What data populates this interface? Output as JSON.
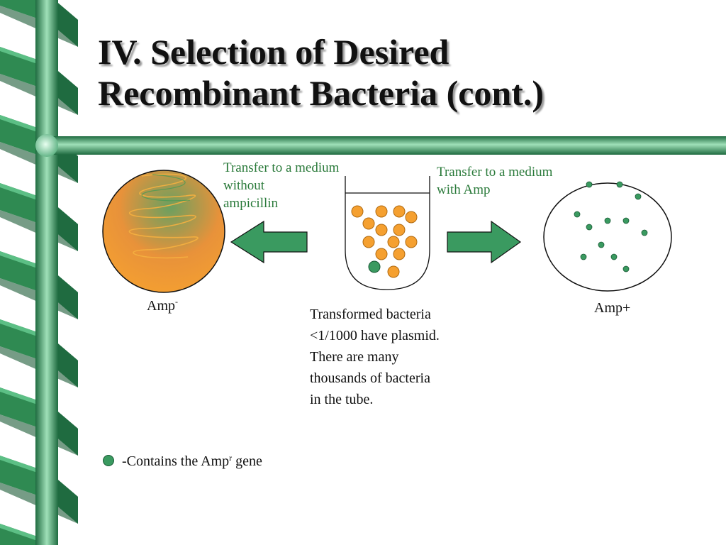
{
  "slide": {
    "title_line1": "IV. Selection of Desired",
    "title_line2": "Recombinant Bacteria (cont.)"
  },
  "labels": {
    "left_transfer": [
      "Transfer to a medium",
      "without",
      "ampicillin"
    ],
    "right_transfer": [
      "Transfer to a medium",
      "with Amp"
    ],
    "left_plate": "Amp",
    "left_plate_sup": "-",
    "right_plate": "Amp+",
    "tube_caption": [
      "Transformed bacteria",
      "<1/1000 have plasmid.",
      "There are many",
      "thousands of bacteria",
      "in the tube."
    ]
  },
  "legend": {
    "text_before": "-Contains the Amp",
    "text_sup": "r",
    "text_after": " gene"
  },
  "colors": {
    "ribbon_dark": "#1f6b40",
    "ribbon_mid": "#3a9a60",
    "ribbon_light": "#7fd0a0",
    "arrow_fill": "#3a9a60",
    "bacteria_orange": "#f5a030",
    "bacteria_green": "#3a9a60",
    "label_green": "#2a7a3a"
  }
}
